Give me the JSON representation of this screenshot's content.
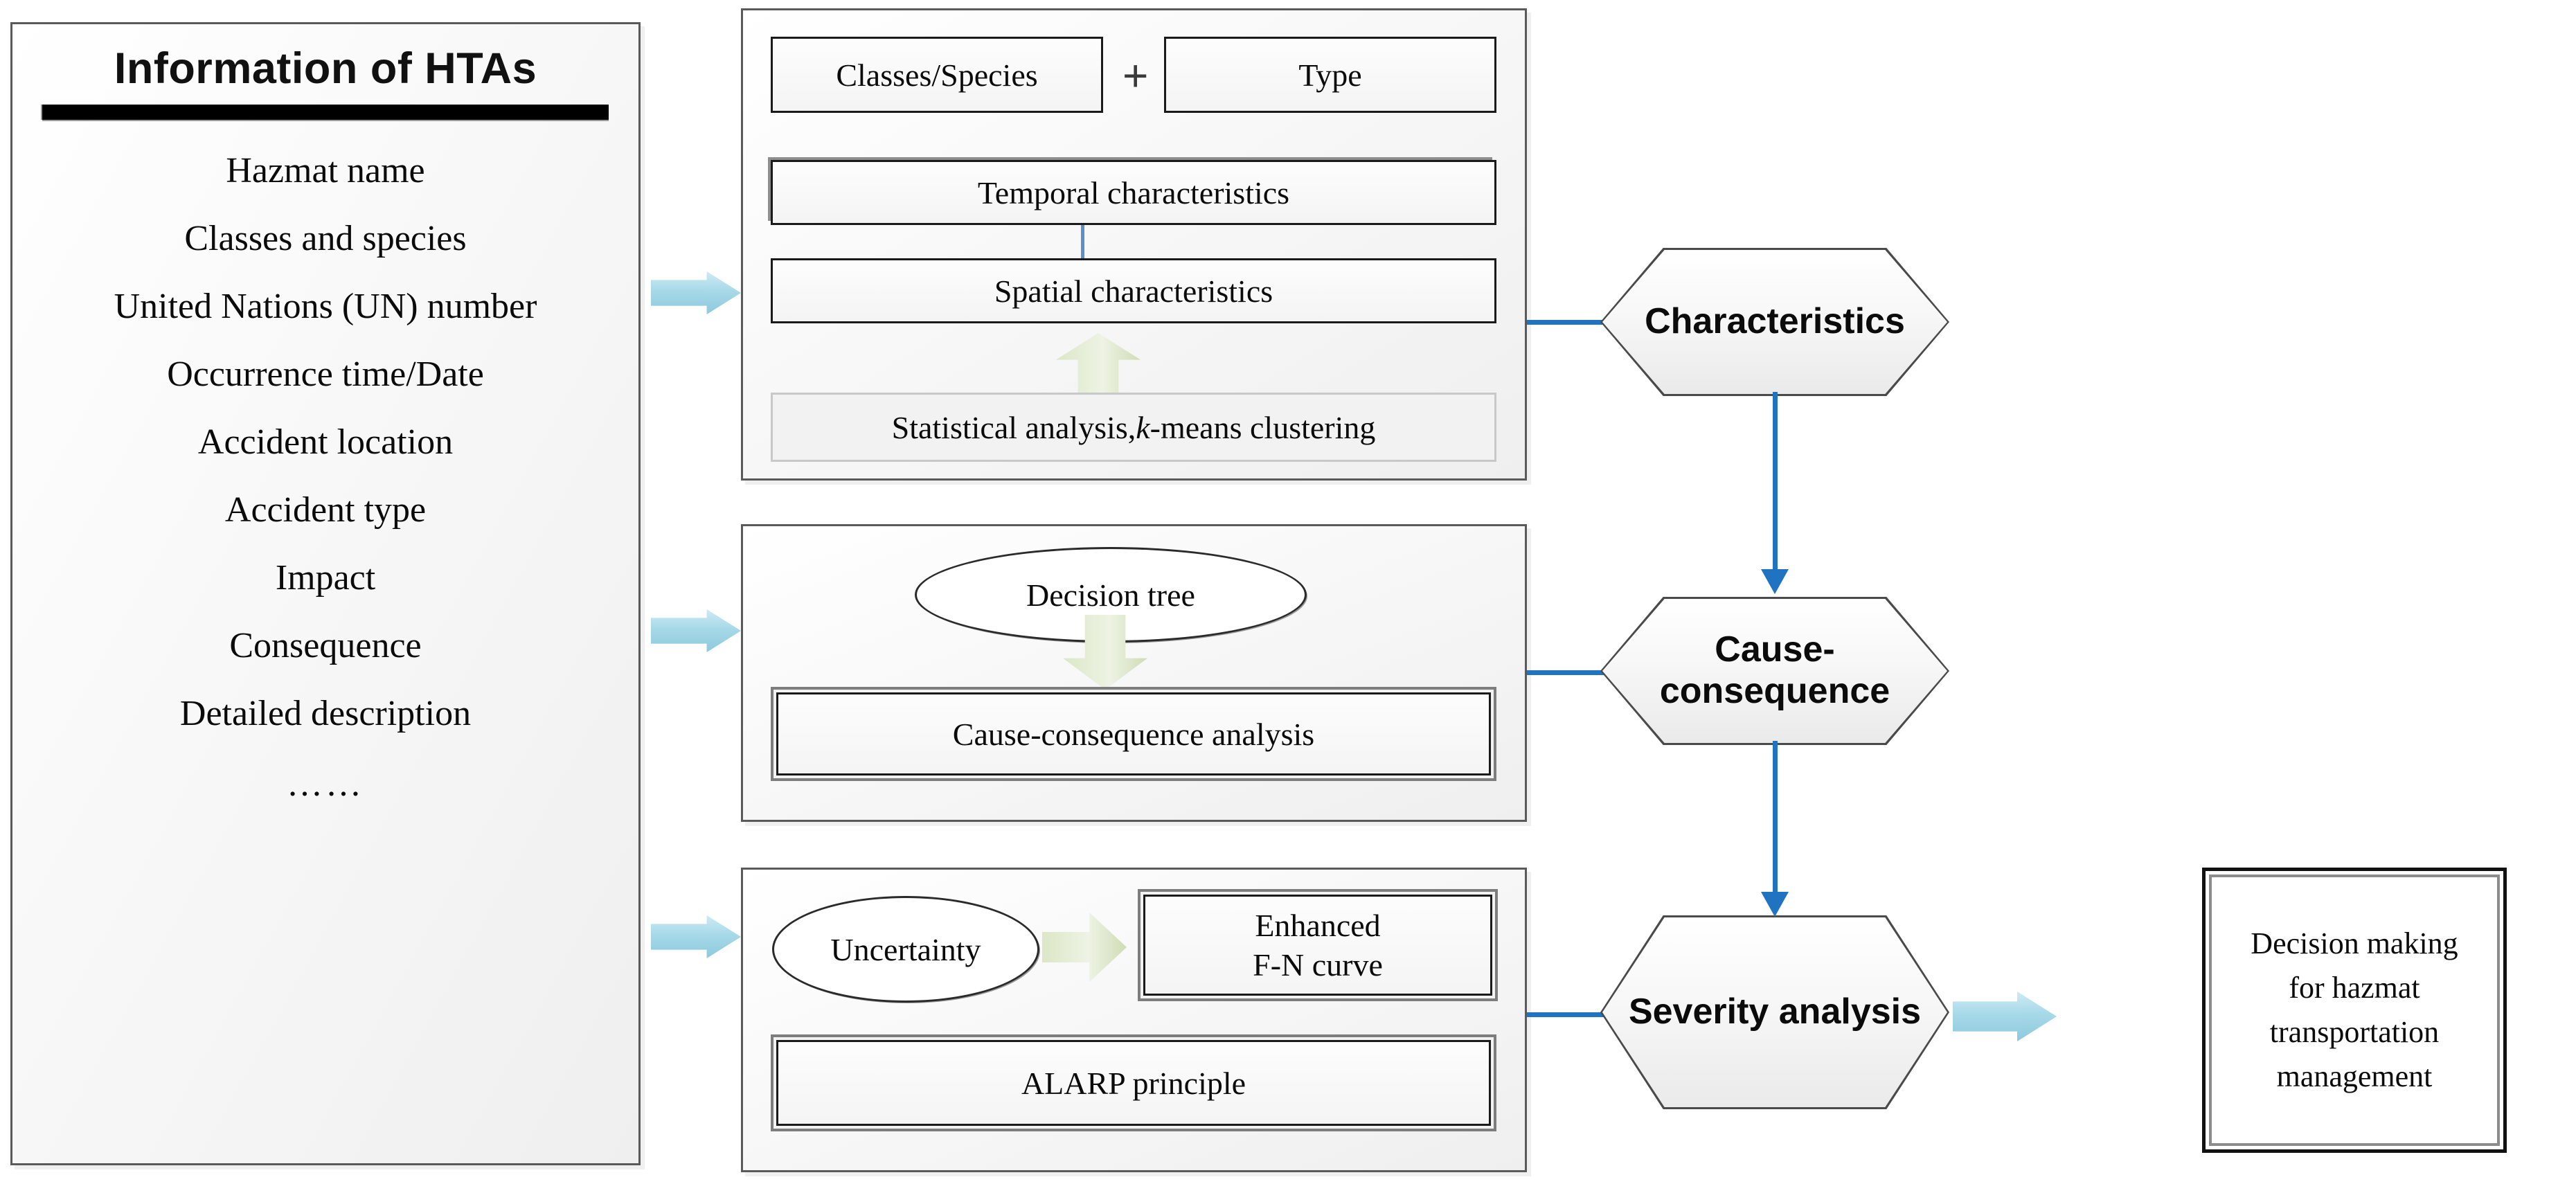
{
  "info_card": {
    "title": "Information of HTAs",
    "items": [
      "Hazmat name",
      "Classes  and species",
      "United Nations (UN) number",
      "Occurrence time/Date",
      "Accident location",
      "Accident type",
      "Impact",
      "Consequence",
      "Detailed description",
      "……"
    ]
  },
  "characteristics_panel": {
    "classes_species": "Classes/Species",
    "plus": "+",
    "type": "Type",
    "temporal": "Temporal characteristics",
    "spatial": "Spatial characteristics",
    "methods_prefix": "Statistical analysis, ",
    "methods_italic": "k",
    "methods_suffix": "-means clustering"
  },
  "cause_panel": {
    "decision_tree": "Decision tree",
    "cause_consequence_analysis": "Cause-consequence analysis"
  },
  "severity_panel": {
    "uncertainty": "Uncertainty",
    "enhanced_fn_line1": "Enhanced",
    "enhanced_fn_line2": "F-N curve",
    "alarp": "ALARP principle"
  },
  "stages": {
    "characteristics": "Characteristics",
    "cause_line1": "Cause-",
    "cause_line2": "consequence",
    "severity": "Severity analysis"
  },
  "outcome": {
    "line1": "Decision making",
    "line2": "for hazmat",
    "line3": "transportation",
    "line4": "management"
  },
  "colors": {
    "connector_blue": "#1f73c1",
    "feeder_arrow_blue": "#8cc9de",
    "process_arrow_green": "#cfdcb4",
    "panel_border": "#5a5a5a",
    "rule_black": "#000000"
  }
}
